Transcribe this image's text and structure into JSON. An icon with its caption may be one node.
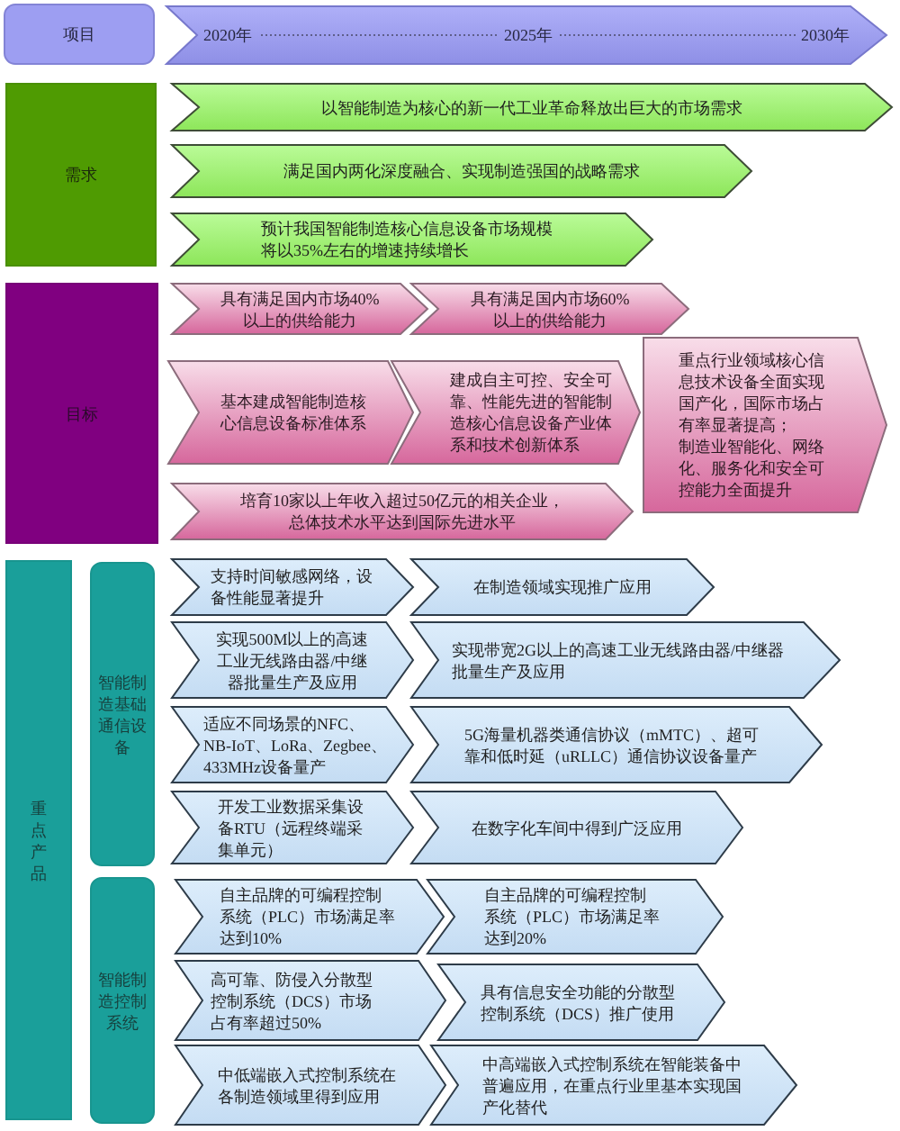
{
  "diagram": {
    "nodes": [
      {
        "text": [
          "项目"
        ]
      },
      {
        "text": [
          "2020年",
          "2025年",
          "2030年"
        ]
      },
      {
        "text": [
          "需求"
        ]
      },
      {
        "text": [
          "以智能制造为核心的新一代工业革命释放出巨大的市场需求"
        ]
      },
      {
        "text": [
          "满足国内两化深度融合、实现制造强国的战略需求"
        ]
      },
      {
        "text": [
          "预计我国智能制造核心信息设备市场规模将以35%左右的增速持续增长"
        ]
      },
      {
        "text": [
          "目标"
        ]
      },
      {
        "text": [
          "具有满足国内市场40%以上的供给能力"
        ]
      },
      {
        "text": [
          "具有满足国内市场60%以上的供给能力"
        ]
      },
      {
        "text": [
          "基本建成智能制造核心信息设备标准体系"
        ]
      },
      {
        "text": [
          "建成自主可控、安全可靠、性能先进的智能制造核心信息设备产业体系和技术创新体系"
        ]
      },
      {
        "text": [
          "重点行业领域核心信息技术设备全面实现国产化，国际市场占有率显著提高；",
          "制造业智能化、网络化、服务化和安全可控能力全面提升"
        ]
      },
      {
        "text": [
          "培育10家以上年收入超过50亿元的相关企业，总体技术水平达到国际先进水平"
        ]
      },
      {
        "text": [
          "重点产品"
        ]
      },
      {
        "text": [
          "智能制造基础通信设备"
        ]
      },
      {
        "text": [
          "支持时间敏感网络，设备性能显著提升"
        ]
      },
      {
        "text": [
          "在制造领域实现推广应用"
        ]
      },
      {
        "text": [
          "实现500M以上的高速工业无线路由器/中继器批量生产及应用"
        ]
      },
      {
        "text": [
          "实现带宽2G以上的高速工业无线路由器/中继器批量生产及应用"
        ]
      },
      {
        "text": [
          "适应不同场景的NFC、NB-IoT、LoRa、Zegbee、433MHz设备量产"
        ]
      },
      {
        "text": [
          "5G海量机器类通信协议（mMTC）、超可靠和低时延（uRLLC）通信协议设备量产"
        ]
      },
      {
        "text": [
          "开发工业数据采集设备RTU（远程终端采集单元）"
        ]
      },
      {
        "text": [
          "在数字化车间中得到广泛应用"
        ]
      },
      {
        "text": [
          "智能制造控制系统"
        ]
      },
      {
        "text": [
          "自主品牌的可编程控制系统（PLC）市场满足率达到10%"
        ]
      },
      {
        "text": [
          "自主品牌的可编程控制系统（PLC）市场满足率达到20%"
        ]
      },
      {
        "text": [
          "高可靠、防侵入分散型控制系统（DCS）市场占有率超过50%"
        ]
      },
      {
        "text": [
          "具有信息安全功能的分散型控制系统（DCS）推广使用"
        ]
      },
      {
        "text": [
          "中低端嵌入式控制系统在各制造领域里得到应用"
        ]
      },
      {
        "text": [
          "中高端嵌入式控制系统在智能装备中普遍应用，在重点行业里基本实现国产化替代"
        ]
      }
    ]
  }
}
